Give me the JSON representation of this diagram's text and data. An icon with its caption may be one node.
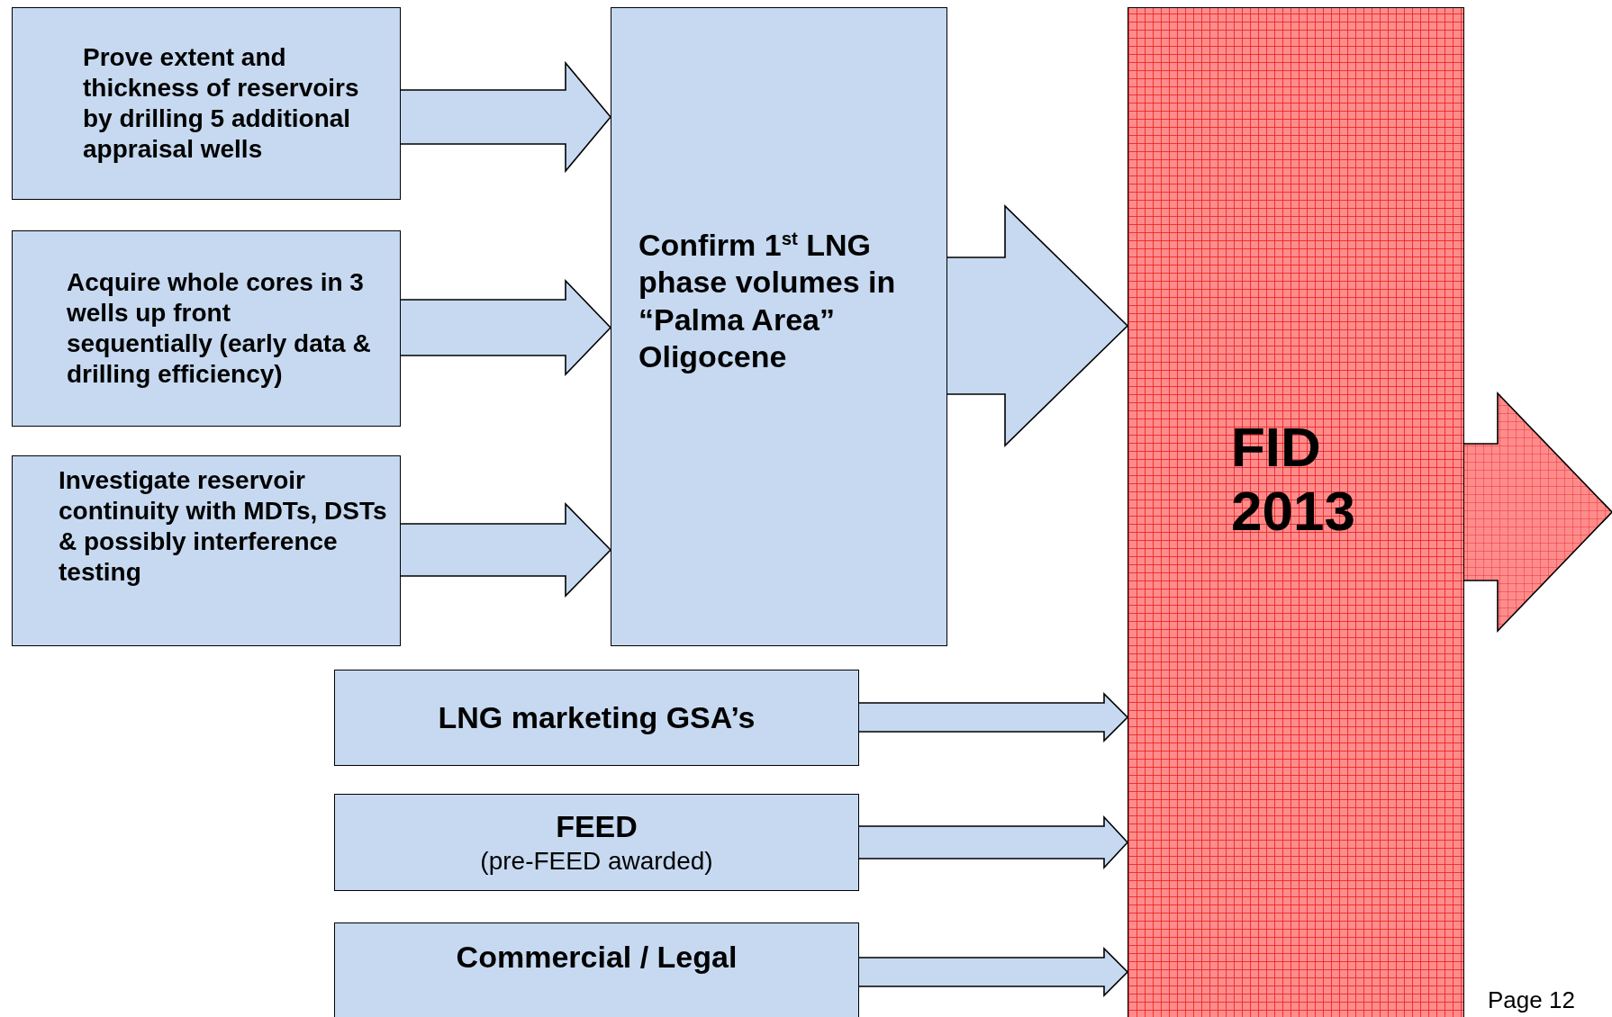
{
  "diagram": {
    "nodes": [
      {
        "text": [
          "Prove extent and thickness of reservoirs by drilling 5 additional appraisal wells"
        ]
      },
      {
        "text": [
          "Acquire whole cores in 3 wells up front sequentially (early data & drilling efficiency)"
        ]
      },
      {
        "text": [
          "Investigate reservoir continuity with MDTs, DSTs & possibly interference testing"
        ]
      },
      {
        "text": [
          "Confirm 1$^{st}$ LNG phase volumes in “Palma Area” Oligocene"
        ]
      },
      {
        "text": [
          "FID 2013"
        ]
      },
      {
        "text": [
          "LNG marketing GSA’s"
        ]
      },
      {
        "text": [
          "FEED",
          "(pre-FEED awarded)"
        ]
      },
      {
        "text": [
          "Commercial / Legal"
        ]
      }
    ],
    "edges": [
      {
        "from": 0,
        "to": 3,
        "arrow": "to"
      },
      {
        "from": 1,
        "to": 3,
        "arrow": "to"
      },
      {
        "from": 2,
        "to": 3,
        "arrow": "to"
      },
      {
        "from": 3,
        "to": 4,
        "arrow": "to"
      },
      {
        "from": 5,
        "to": 4,
        "arrow": "to"
      },
      {
        "from": 6,
        "to": 4,
        "arrow": "to"
      },
      {
        "from": 7,
        "to": 4,
        "arrow": "to"
      },
      {
        "from": 4,
        "to": null,
        "arrow": "to"
      }
    ],
    "labels": [
      "Page  12"
    ]
  }
}
